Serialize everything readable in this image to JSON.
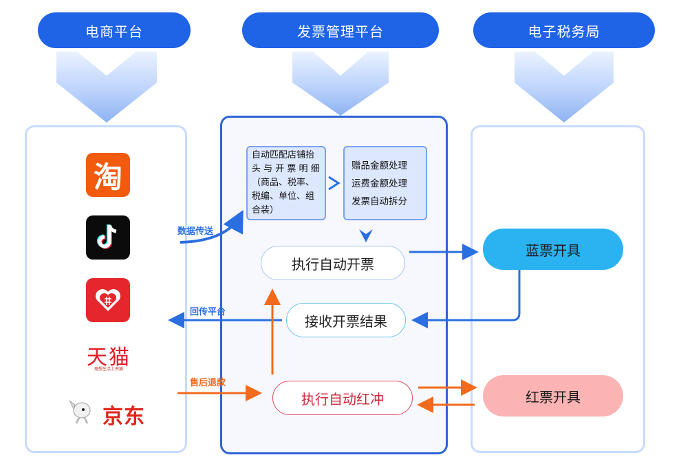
{
  "headers": {
    "ecommerce": "电商平台",
    "invoice_platform": "发票管理平台",
    "tax_bureau": "电子税务局"
  },
  "logos": {
    "taobao_glyph": "淘",
    "tmall_name": "天猫",
    "tmall_tagline": "理想生活上天猫",
    "jd_name": "京东"
  },
  "boxes": {
    "match_lines": [
      "自动匹配店铺抬",
      "头 与 开 票 明 细",
      "（商品、税率、",
      "税编、单位、组",
      "合装）"
    ],
    "process_lines": [
      "赠品金额处理",
      "运费金额处理",
      "发票自动拆分"
    ]
  },
  "nodes": {
    "auto_issue": "执行自动开票",
    "receive_result": "接收开票结果",
    "auto_red": "执行自动红冲",
    "blue_invoice": "蓝票开具",
    "red_invoice": "红票开具"
  },
  "labels": {
    "data_transfer": "数据传送",
    "return_platform": "回传平台",
    "after_sale_refund": "售后退款"
  },
  "colors": {
    "blue": "#1f63e6",
    "orange": "#f26a1b",
    "blue_result": "#2ab3f0",
    "red_result": "#fbb3b3"
  }
}
